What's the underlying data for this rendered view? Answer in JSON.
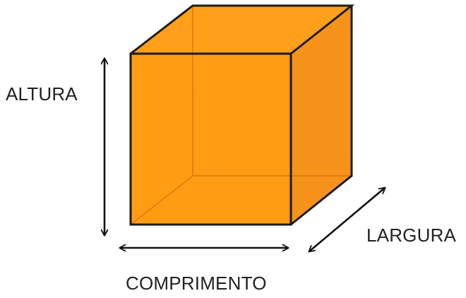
{
  "labels": {
    "height": "ALTURA",
    "width": "LARGURA",
    "length": "COMPRIMENTO"
  },
  "colors": {
    "cube_face": "#ff9c13",
    "cube_side": "#f7931a",
    "cube_top": "#ff9f1a",
    "edge": "#1b1b1b",
    "hidden_edge": "#c86d08",
    "arrow": "#111111",
    "text": "#222222"
  }
}
